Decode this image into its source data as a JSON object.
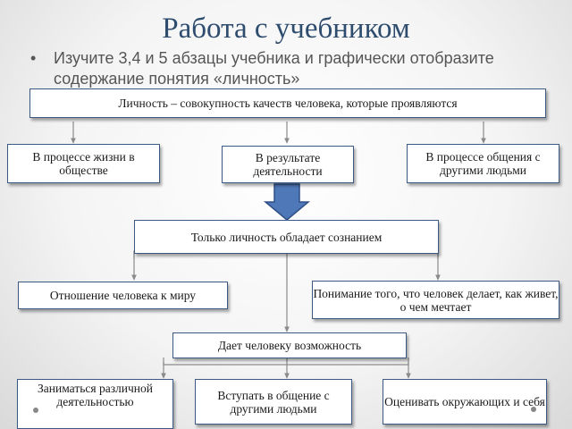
{
  "title": "Работа с учебником",
  "bullet": "Изучите 3,4 и 5 абзацы учебника и графически отобразите содержание понятия «личность»",
  "diagram": {
    "definition": "Личность – совокупность качеств человека, которые проявляются",
    "contexts": [
      "В процессе жизни в обществе",
      "В результате деятельности",
      "В процессе общения с другими людьми"
    ],
    "consciousness": "Только личность обладает сознанием",
    "attitude": "Отношение человека к миру",
    "understanding": "Понимание того, что человек делает, как живет, о чем мечтает",
    "possibility": "Дает человеку возможность",
    "possibilities": [
      "Заниматься различной деятельностью",
      "Вступать в общение с другими людьми",
      "Оценивать окружающих и себя"
    ]
  },
  "colors": {
    "title": "#2e4c6e",
    "box_border": "#3a5a83",
    "arrow_fill": "#4f78b8",
    "connector": "#8a8a8a"
  }
}
